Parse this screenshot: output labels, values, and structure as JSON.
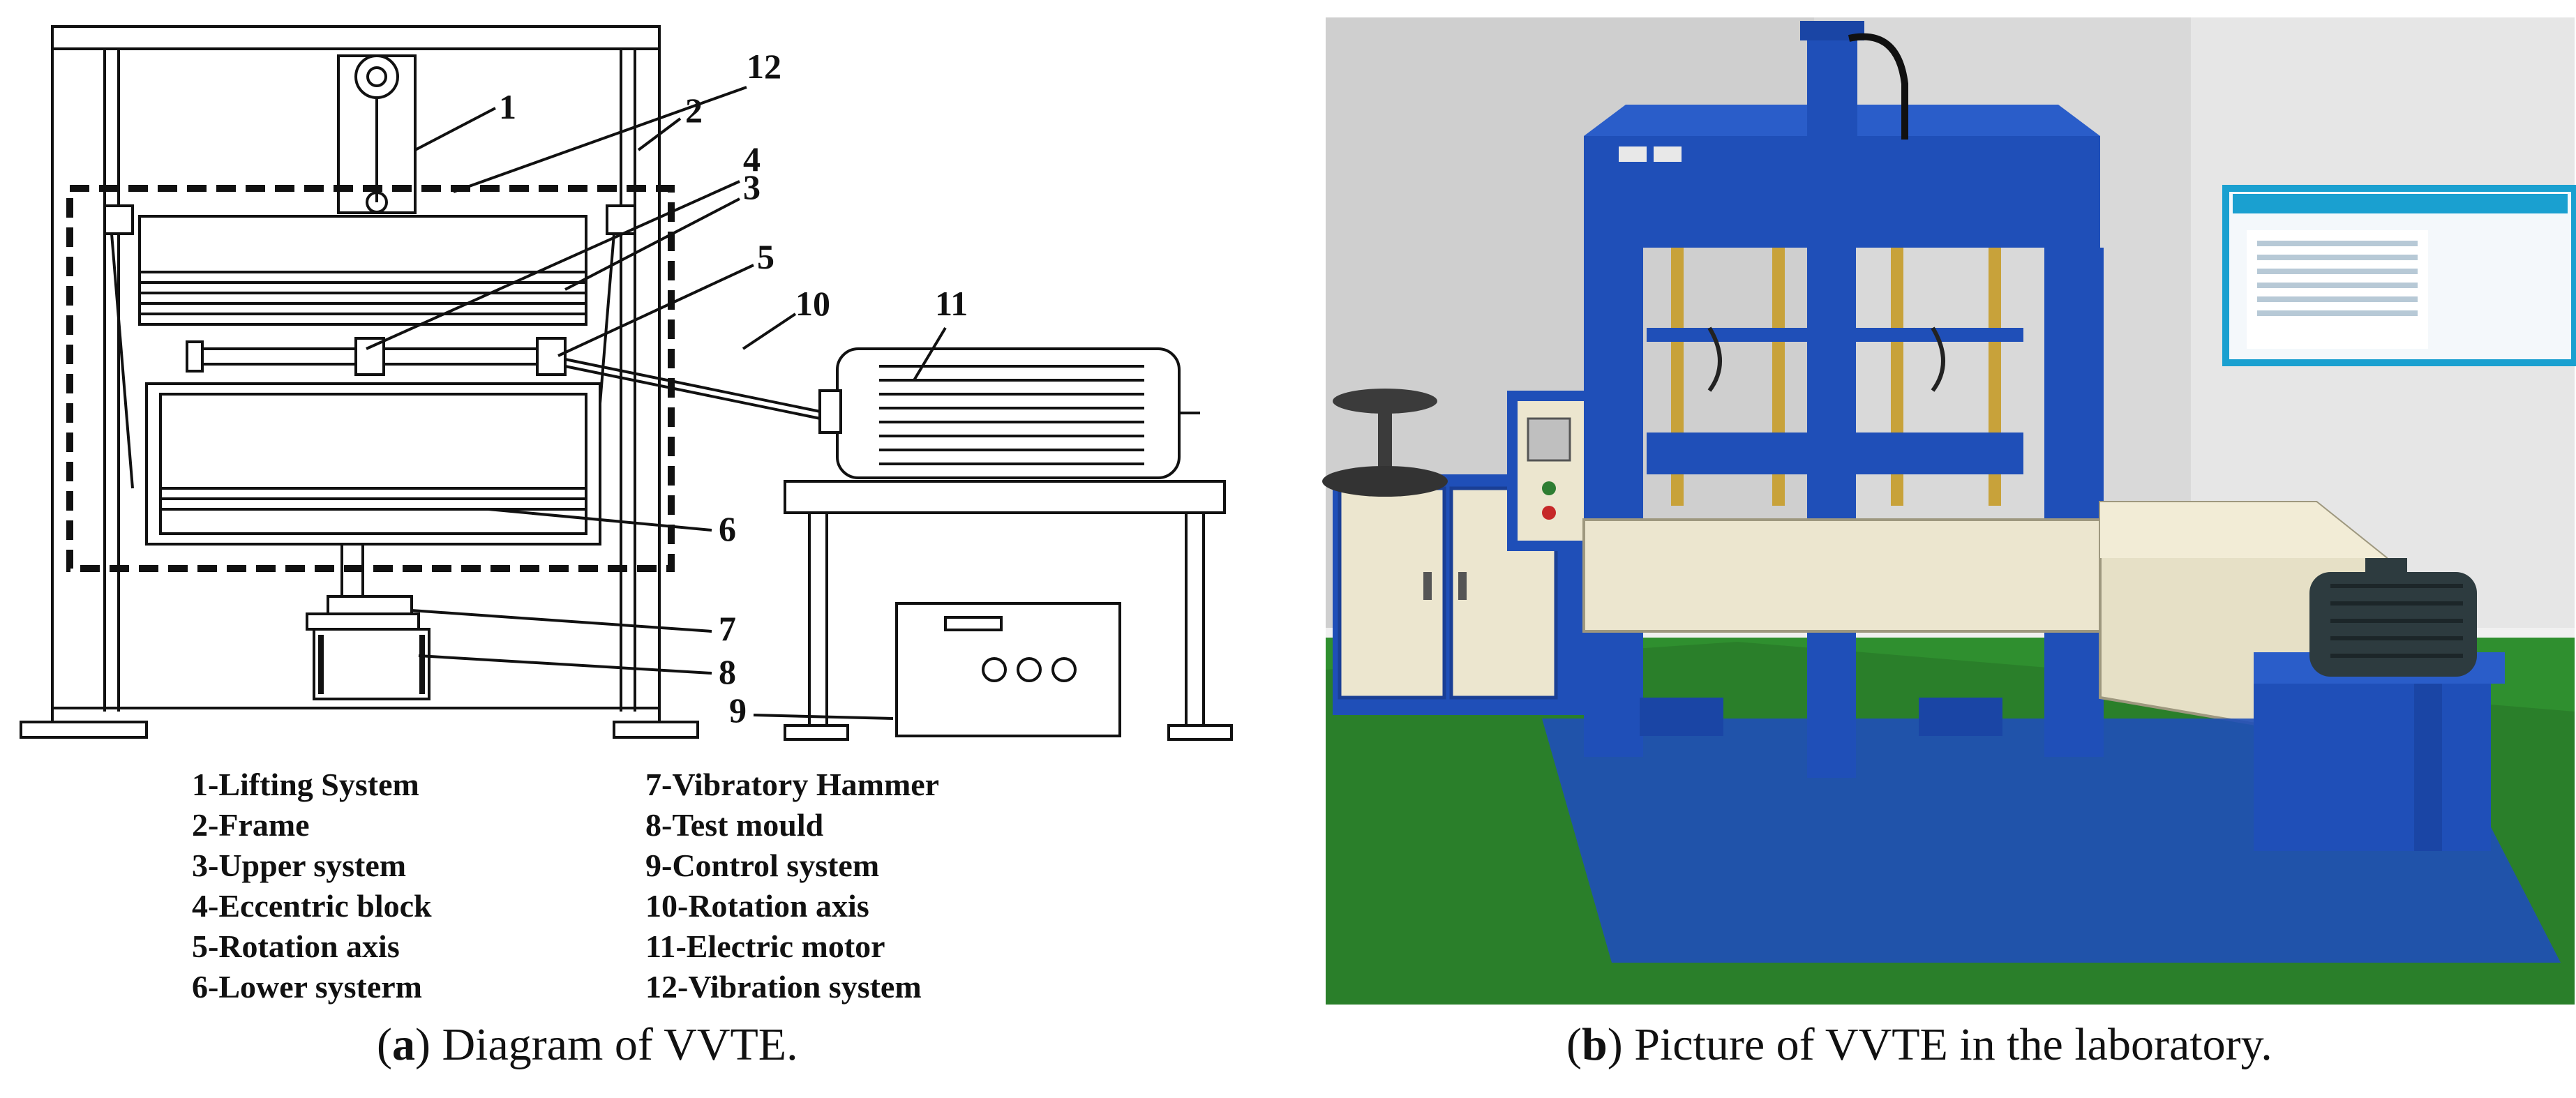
{
  "panel_a": {
    "caption_letter": "a",
    "caption_text": " Diagram of VVTE.",
    "callouts": [
      "1",
      "2",
      "3",
      "4",
      "5",
      "6",
      "7",
      "8",
      "9",
      "10",
      "11",
      "12"
    ],
    "legend_left": [
      "1-Lifting System",
      "2-Frame",
      "3-Upper system",
      "4-Eccentric block",
      "5-Rotation axis",
      "6-Lower systerm"
    ],
    "legend_right": [
      "7-Vibratory Hammer",
      "8-Test mould",
      "9-Control system",
      "10-Rotation axis",
      "11-Electric motor",
      "12-Vibration system"
    ]
  },
  "panel_b": {
    "caption_letter": "b",
    "caption_text": " Picture of VVTE in the laboratory.",
    "colors": {
      "wall": "#dcdcdc",
      "floor": "#2e8b2e",
      "machine_blue": "#1f4fb8",
      "panel_cream": "#ece6cf",
      "board": "#1aa0d0"
    }
  }
}
